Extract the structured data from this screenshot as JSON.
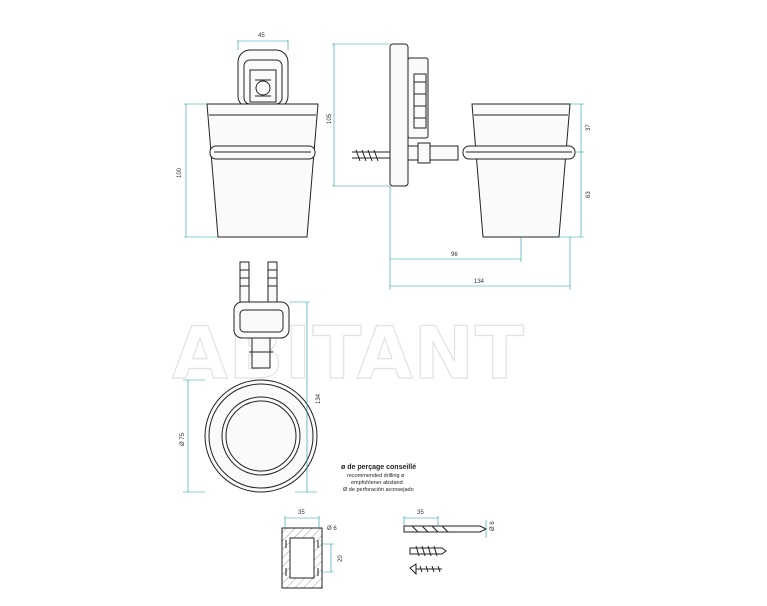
{
  "watermark": "ABITANT",
  "colors": {
    "dimension": "#1a9aa0",
    "outline": "#222222",
    "watermark": "#e2e2e2"
  },
  "dimensions": {
    "top_width": "45",
    "height_total": "100",
    "height_mount": "105",
    "height_upper": "37",
    "height_lower": "63",
    "depth_cup": "96",
    "depth_total": "134",
    "diameter_cup": "Ø 75",
    "length_side": "134",
    "drill_width": "35",
    "drill_diameter": "Ø 6",
    "drill_spacing": "20",
    "bit_length": "35",
    "bit_diameter": "Ø 6"
  },
  "drilling_note": {
    "title": "ø de perçage conseillé",
    "en": "recommended drilling ø",
    "de": "empfohlener abstand",
    "es": "Ø de perforación aconsejado"
  }
}
